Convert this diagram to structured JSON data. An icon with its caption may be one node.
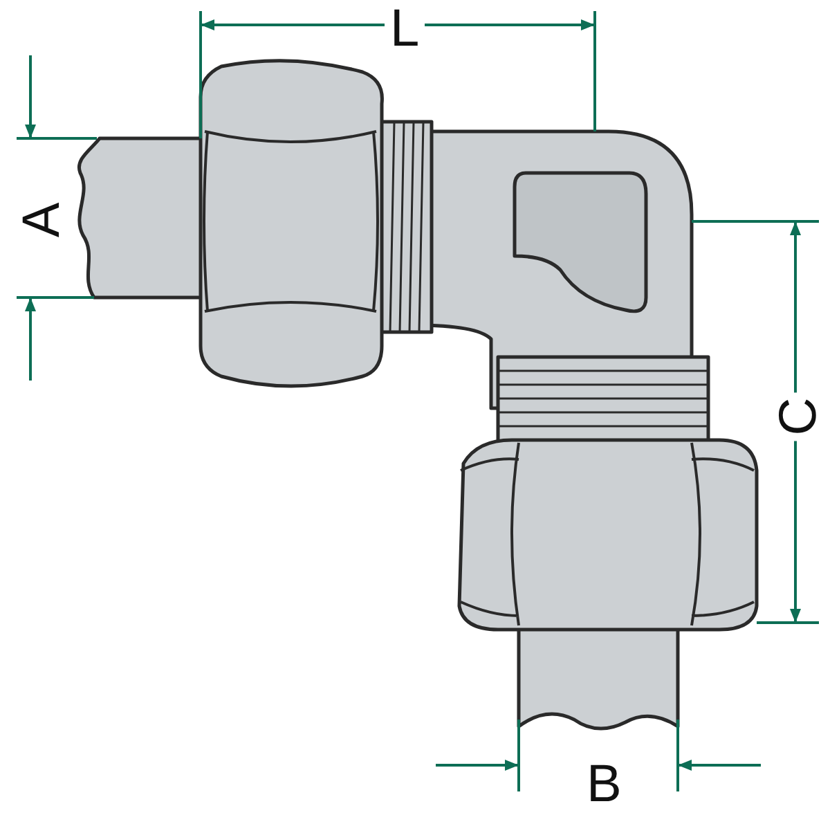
{
  "diagram": {
    "labels": [
      "L",
      "A",
      "C",
      "B"
    ]
  }
}
